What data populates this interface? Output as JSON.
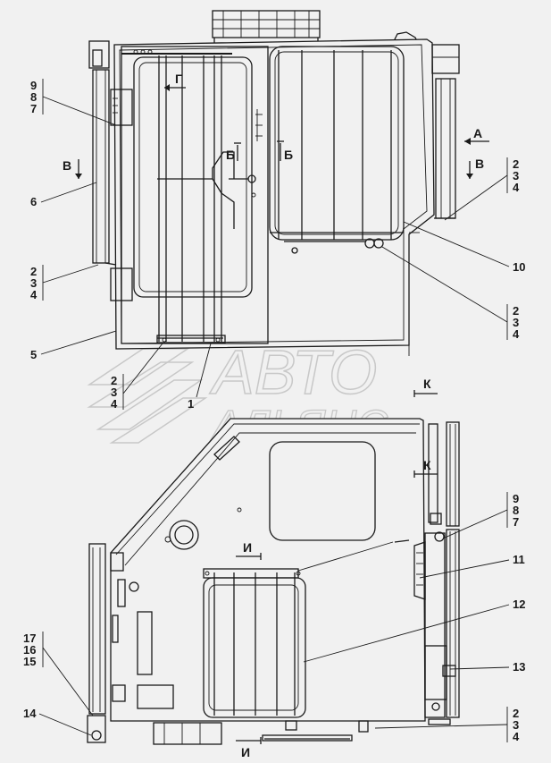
{
  "watermark": {
    "line1": "АВТО",
    "line2": "АЛЬЯНС"
  },
  "view_markers": {
    "A": "А",
    "B": "Б",
    "V": "В",
    "G": "Г",
    "I": "И",
    "K": "К"
  },
  "callouts": {
    "c987_top": [
      "9",
      "8",
      "7"
    ],
    "c6": "6",
    "c234_left": [
      "2",
      "3",
      "4"
    ],
    "c5": "5",
    "c234_bl": [
      "2",
      "3",
      "4"
    ],
    "c1": "1",
    "c234_right_top": [
      "2",
      "3",
      "4"
    ],
    "c10": "10",
    "c234_right_mid": [
      "2",
      "3",
      "4"
    ],
    "c987_low": [
      "9",
      "8",
      "7"
    ],
    "c11": "11",
    "c12": "12",
    "c13": "13",
    "c171615": [
      "17",
      "16",
      "15"
    ],
    "c14": "14",
    "c234_bottom": [
      "2",
      "3",
      "4"
    ]
  }
}
